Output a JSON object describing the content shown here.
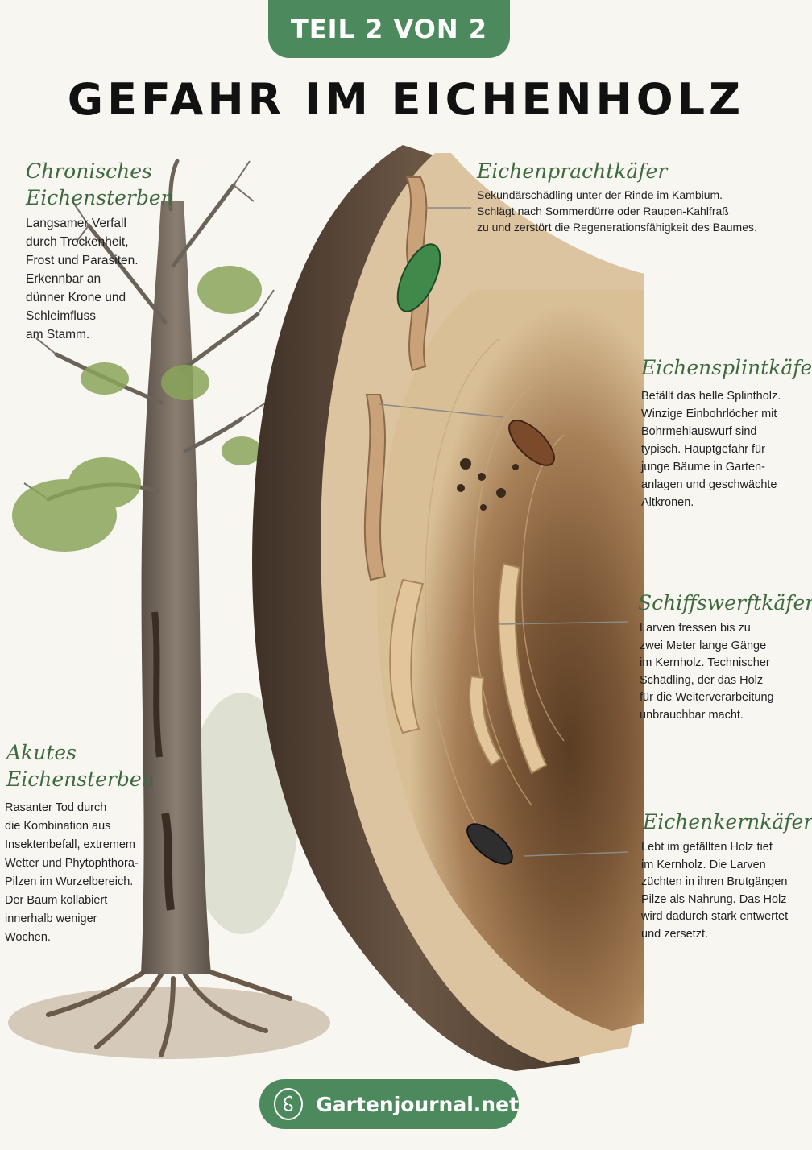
{
  "header": {
    "part_label": "TEIL 2 VON 2",
    "title": "GEFAHR IM EICHENHOLZ"
  },
  "left": {
    "chronic": {
      "heading_line1": "Chronisches",
      "heading_line2": "Eichensterben",
      "lines": [
        "Langsamer Verfall",
        "durch Trockenheit,",
        "Frost und Parasiten.",
        "Erkennbar an",
        "dünner Krone und",
        "Schleimfluss",
        "am Stamm."
      ]
    },
    "acute": {
      "heading_line1": "Akutes",
      "heading_line2": "Eichensterben",
      "lines": [
        "Rasanter Tod durch",
        "die Kombination aus",
        "Insektenbefall, extremem",
        "Wetter und Phytophthora-",
        "Pilzen im Wurzelbereich.",
        "Der Baum kollabiert",
        "innerhalb weniger",
        "Wochen."
      ]
    }
  },
  "right": {
    "prachtkaefer": {
      "heading": "Eichenprachtkäfer",
      "lines": [
        "Sekundärschädling unter der Rinde im Kambium.",
        "Schlägt nach Sommerdürre oder Raupen-Kahlfraß",
        "zu und zerstört die Regenerationsfähigkeit des Baumes."
      ]
    },
    "splintkaefer": {
      "heading": "Eichensplintkäfer",
      "lines": [
        "Befällt das helle Splintholz.",
        "Winzige Einbohrlöcher mit",
        "Bohrmehlauswurf sind",
        "typisch. Hauptgefahr für",
        "junge Bäume in Garten-",
        "anlagen und geschwächte",
        "Altkronen."
      ]
    },
    "schiffswerft": {
      "heading": "Schiffswerftkäfer",
      "lines": [
        "Larven fressen bis zu",
        "zwei Meter lange Gänge",
        "im Kernholz. Technischer",
        "Schädling, der das Holz",
        "für die Weiterverarbeitung",
        "unbrauchbar macht."
      ]
    },
    "kernkaefer": {
      "heading": "Eichenkernkäfer",
      "lines": [
        "Lebt im gefällten Holz tief",
        "im Kernholz. Die Larven",
        "züchten in ihren Brutgängen",
        "Pilze als Nahrung. Das Holz",
        "wird dadurch stark entwertet",
        "und zersetzt."
      ]
    }
  },
  "footer": {
    "brand": "Gartenjournal.net",
    "icon": "leaf-snail-logo-icon"
  },
  "colors": {
    "accent_green": "#4c8a5e",
    "heading_green": "#3e6a3f",
    "bark": "#5e4a39",
    "sapwood": "#dcc4a0",
    "heartwood": "#8a6440"
  }
}
